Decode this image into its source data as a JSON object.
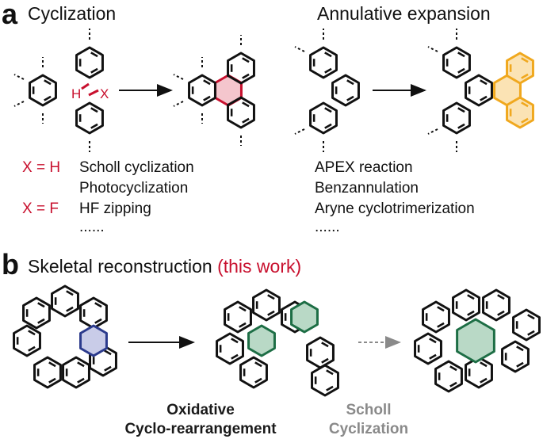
{
  "panel_a": {
    "letter": "a",
    "cyclization": {
      "heading": "Cyclization",
      "atom_h": "H",
      "atom_x": "X",
      "conditions": [
        {
          "condition": "X = H",
          "methods": [
            "Scholl cyclization",
            "Photocyclization"
          ]
        },
        {
          "condition": "X = F",
          "methods": [
            "HF zipping",
            "......"
          ]
        }
      ]
    },
    "annulative": {
      "heading": "Annulative expansion",
      "methods": [
        "APEX reaction",
        "Benzannulation",
        "Aryne cyclotrimerization",
        "......"
      ]
    }
  },
  "panel_b": {
    "letter": "b",
    "heading": "Skeletal reconstruction",
    "heading_note": "(this work)",
    "step1": {
      "line1": "Oxidative",
      "line2": "Cyclo-rearrangement"
    },
    "step2": {
      "line1": "Scholl",
      "line2": "Cyclization"
    }
  },
  "colors": {
    "bond": "#111111",
    "red": "#c8102e",
    "pink_fill": "#f4c6cd",
    "orange": "#f0a81e",
    "green": "#1d6e45",
    "green_fill": "#b9d9c6",
    "blue": "#2b3a8c",
    "blue_fill": "#c9cce8",
    "gray": "#8a8a8a"
  }
}
